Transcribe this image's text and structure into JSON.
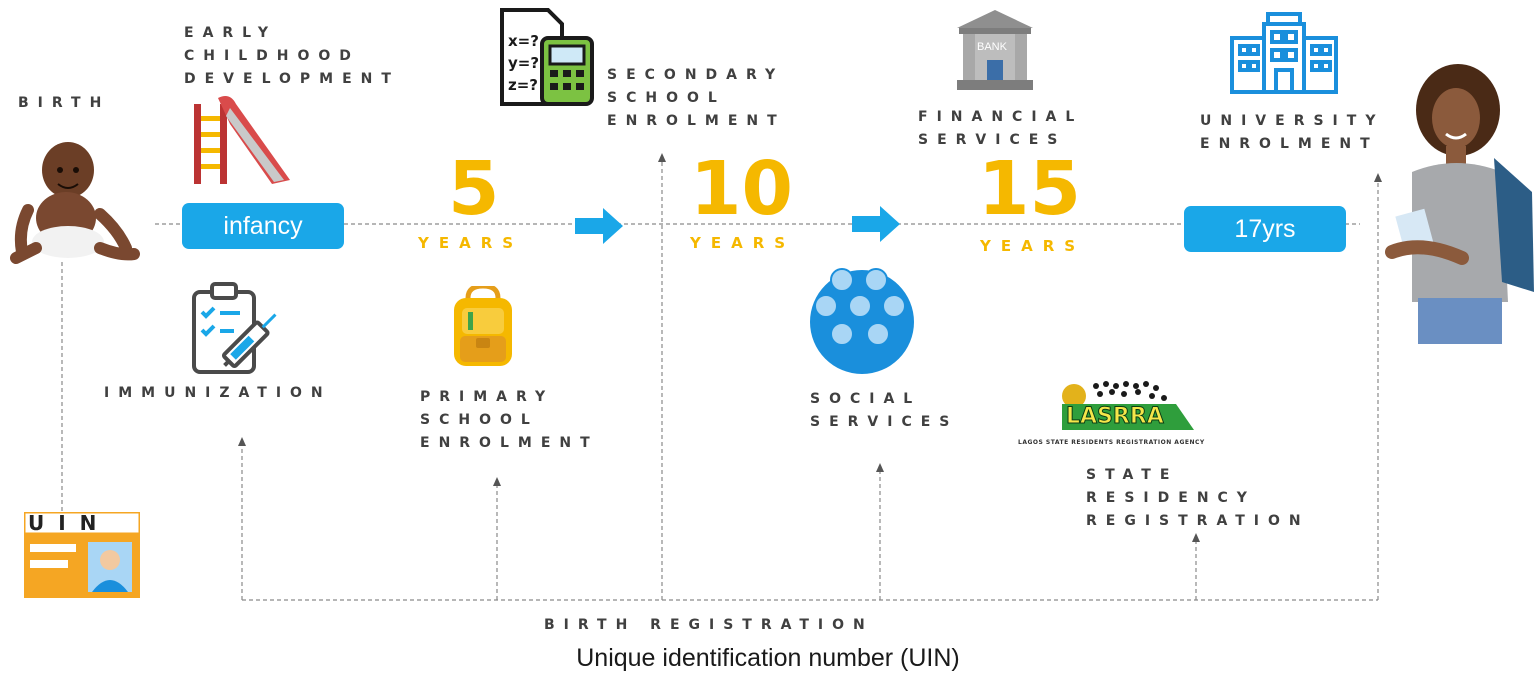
{
  "labels": {
    "birth": "BIRTH",
    "ecd": [
      "EARLY",
      "CHILDHOOD",
      "DEVELOPMENT"
    ],
    "secondary": [
      "SECONDARY",
      "SCHOOL",
      "ENROLMENT"
    ],
    "financial": [
      "FINANCIAL",
      "SERVICES"
    ],
    "university": [
      "UNIVERSITY",
      "ENROLMENT"
    ],
    "immunization": "IMMUNIZATION",
    "primary": [
      "PRIMARY",
      "SCHOOL",
      "ENROLMENT"
    ],
    "social": [
      "SOCIAL",
      "SERVICES"
    ],
    "state": [
      "STATE",
      "RESIDENCY",
      "REGISTRATION"
    ],
    "birth_registration": "BIRTH REGISTRATION",
    "uin": "Unique identification number (UIN)"
  },
  "timeline": {
    "infancy": "infancy",
    "age_5": "5",
    "age_10": "10",
    "age_15": "15",
    "years": "YEARS",
    "end": "17yrs"
  },
  "icons": {
    "bank_text": "BANK",
    "uin_card_text": "UIN",
    "lasrra_logo": "LASRRA",
    "lasrra_full": "LAGOS STATE RESIDENTS REGISTRATION AGENCY"
  },
  "colors": {
    "accent_blue": "#1aa7e8",
    "accent_yellow": "#f5b800",
    "text_dark": "#404040"
  }
}
